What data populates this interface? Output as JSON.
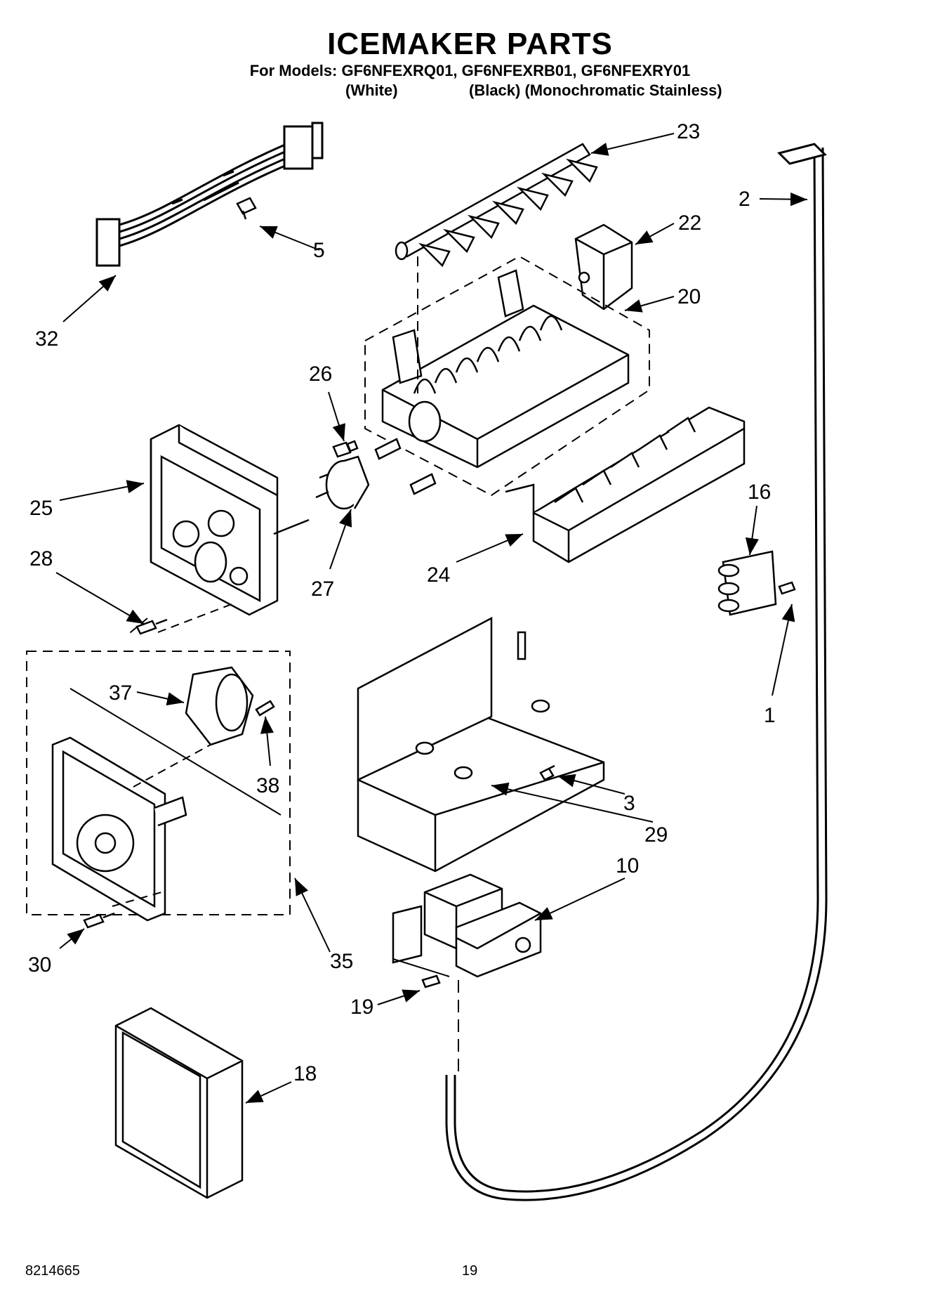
{
  "header": {
    "title": "ICEMAKER PARTS",
    "models": "For Models: GF6NFEXRQ01, GF6NFEXRB01, GF6NFEXRY01",
    "variant_white": "(White)",
    "variant_black": "(Black) (Monochromatic Stainless)"
  },
  "callouts": {
    "c1": "1",
    "c2": "2",
    "c3": "3",
    "c5": "5",
    "c10": "10",
    "c16": "16",
    "c18": "18",
    "c19": "19",
    "c20": "20",
    "c22": "22",
    "c23": "23",
    "c24": "24",
    "c25": "25",
    "c26": "26",
    "c27": "27",
    "c28": "28",
    "c29": "29",
    "c30": "30",
    "c32": "32",
    "c35": "35",
    "c37": "37",
    "c38": "38"
  },
  "footer": {
    "doc_number": "8214665",
    "page_number": "19"
  }
}
